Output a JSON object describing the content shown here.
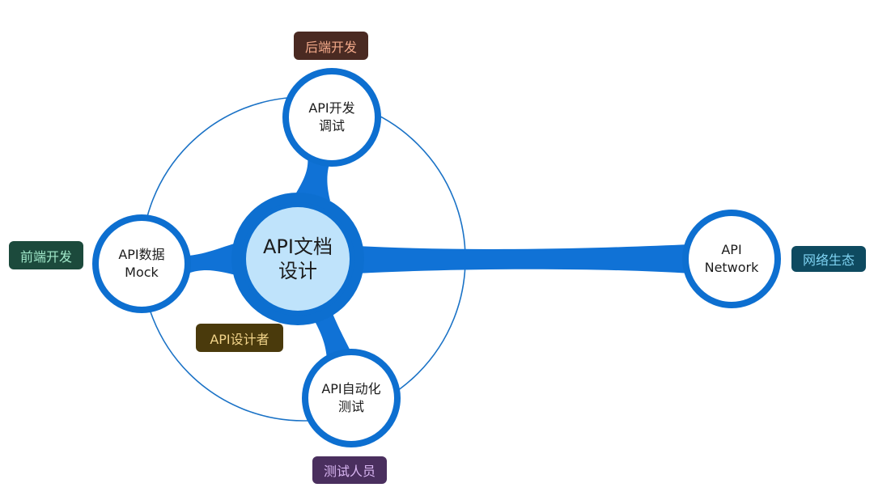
{
  "colors": {
    "primary": "#1072d6",
    "node_ring": "#0d6fd0",
    "center_inner": "#bfe3fb",
    "orbit": "#1a72c6"
  },
  "center": {
    "label": "API文档\n设计"
  },
  "nodes": [
    {
      "id": "dev",
      "label": "API开发\n调试"
    },
    {
      "id": "mock",
      "label": "API数据\nMock"
    },
    {
      "id": "test",
      "label": "API自动化\n测试"
    },
    {
      "id": "network",
      "label": "API\nNetwork"
    }
  ],
  "tags": [
    {
      "id": "backend",
      "label": "后端开发",
      "bg": "#4a2a22",
      "fg": "#f2a98a"
    },
    {
      "id": "frontend",
      "label": "前端开发",
      "bg": "#1c4a3c",
      "fg": "#9fe6c8"
    },
    {
      "id": "designer",
      "label": "API设计者",
      "bg": "#4a3a0c",
      "fg": "#f2d48a"
    },
    {
      "id": "tester",
      "label": "测试人员",
      "bg": "#4a2f5e",
      "fg": "#d9b6f2"
    },
    {
      "id": "ecosystem",
      "label": "网络生态",
      "bg": "#0e4a60",
      "fg": "#7fd3f2"
    }
  ]
}
